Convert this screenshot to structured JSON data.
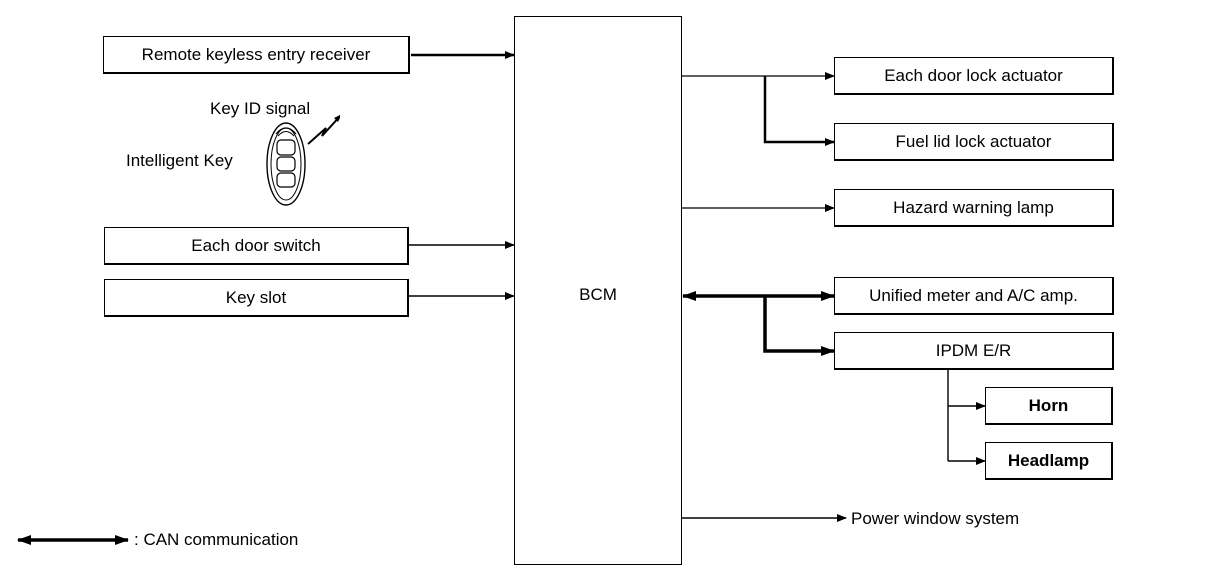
{
  "diagram": {
    "center": "BCM",
    "inputs": {
      "rke_receiver": "Remote keyless entry receiver",
      "key_id_signal": "Key ID signal",
      "intelligent_key": "Intelligent Key",
      "door_switch": "Each door switch",
      "key_slot": "Key slot"
    },
    "outputs": {
      "door_lock": "Each door lock actuator",
      "fuel_lid": "Fuel lid lock actuator",
      "hazard": "Hazard warning lamp",
      "meter_ac": "Unified meter and A/C amp.",
      "ipdm": "IPDM E/R",
      "horn": "Horn",
      "headlamp": "Headlamp",
      "power_window": "Power window system"
    },
    "legend": {
      "can": ": CAN communication"
    }
  }
}
